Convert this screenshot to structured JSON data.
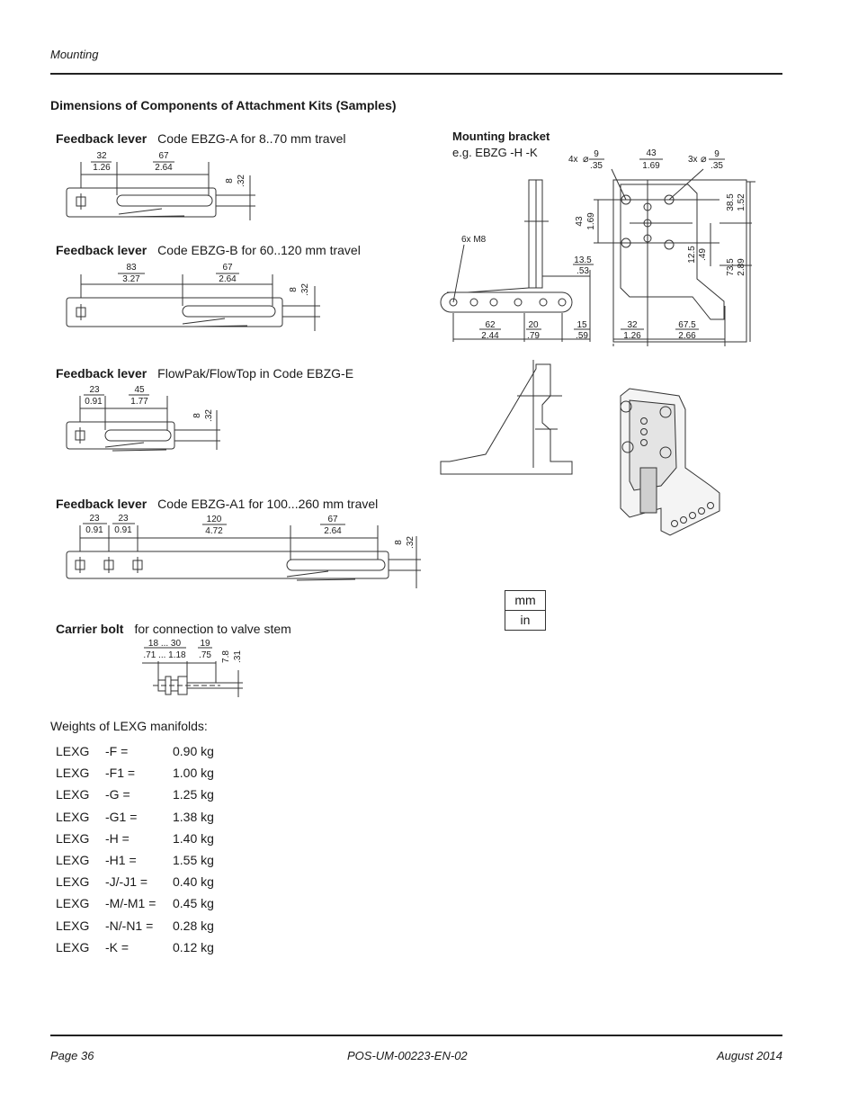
{
  "header": {
    "section": "Mounting"
  },
  "section_title": "Dimensions of Components of Attachment Kits (Samples)",
  "levers": [
    {
      "name": "Feedback lever",
      "desc": "Code EBZG-A for 8..70 mm travel",
      "dims": [
        {
          "mm": "32",
          "in": "1.26"
        },
        {
          "mm": "67",
          "in": "2.64"
        }
      ],
      "h": {
        "mm": "8",
        "in": ".32"
      }
    },
    {
      "name": "Feedback lever",
      "desc": "Code EBZG-B for 60..120 mm travel",
      "dims": [
        {
          "mm": "83",
          "in": "3.27"
        },
        {
          "mm": "67",
          "in": "2.64"
        }
      ],
      "h": {
        "mm": "8",
        "in": ".32"
      }
    },
    {
      "name": "Feedback lever",
      "desc": "FlowPak/FlowTop in Code EBZG-E",
      "dims": [
        {
          "mm": "23",
          "in": "0.91"
        },
        {
          "mm": "45",
          "in": "1.77"
        }
      ],
      "h": {
        "mm": "8",
        "in": ".32"
      }
    },
    {
      "name": "Feedback lever",
      "desc": "Code EBZG-A1 for 100...260 mm travel",
      "dims": [
        {
          "mm": "23",
          "in": "0.91"
        },
        {
          "mm": "23",
          "in": "0.91"
        },
        {
          "mm": "120",
          "in": "4.72"
        },
        {
          "mm": "67",
          "in": "2.64"
        }
      ],
      "h": {
        "mm": "8",
        "in": ".32"
      }
    }
  ],
  "carrier_bolt": {
    "name": "Carrier bolt",
    "desc": "for connection to valve stem",
    "dims": [
      {
        "mm": "18 ... 30",
        "in": ".71 ... 1.18"
      },
      {
        "mm": "19",
        "in": ".75"
      }
    ],
    "dia": {
      "mm": "7.8",
      "in": ".31"
    }
  },
  "bracket": {
    "title": "Mounting bracket",
    "subtitle": "e.g. EBZG -H -K",
    "holes_a": "4x",
    "holes_b": "3x",
    "hole_dim": {
      "mm": "9",
      "in": ".35"
    },
    "thread": "6x M8",
    "dims": {
      "top_width": {
        "mm": "43",
        "in": "1.69"
      },
      "vert_43": {
        "mm": "43",
        "in": "1.69"
      },
      "d_13_5": {
        "mm": "13.5",
        "in": ".53"
      },
      "d_38_5": {
        "mm": "38.5",
        "in": "1.52"
      },
      "d_12_5": {
        "mm": "12.5",
        "in": ".49"
      },
      "d_73_5": {
        "mm": "73.5",
        "in": "2.89"
      },
      "d_62": {
        "mm": "62",
        "in": "2.44"
      },
      "d_20": {
        "mm": "20",
        "in": ".79"
      },
      "d_15": {
        "mm": "15",
        "in": ".59"
      },
      "d_32": {
        "mm": "32",
        "in": "1.26"
      },
      "d_67_5": {
        "mm": "67.5",
        "in": "2.66"
      }
    }
  },
  "units": {
    "mm": "mm",
    "in": "in"
  },
  "weights_title": "Weights of LEXG manifolds:",
  "weights": [
    {
      "model": "LEXG",
      "code": "-F =",
      "weight": "0.90 kg"
    },
    {
      "model": "LEXG",
      "code": "-F1 =",
      "weight": "1.00 kg"
    },
    {
      "model": "LEXG",
      "code": "-G =",
      "weight": "1.25 kg"
    },
    {
      "model": "LEXG",
      "code": "-G1 =",
      "weight": "1.38 kg"
    },
    {
      "model": "LEXG",
      "code": "-H =",
      "weight": "1.40 kg"
    },
    {
      "model": "LEXG",
      "code": "-H1 =",
      "weight": "1.55 kg"
    },
    {
      "model": "LEXG",
      "code": "-J/-J1 =",
      "weight": "0.40 kg"
    },
    {
      "model": "LEXG",
      "code": "-M/-M1 =",
      "weight": "0.45 kg"
    },
    {
      "model": "LEXG",
      "code": "-N/-N1 =",
      "weight": "0.28 kg"
    },
    {
      "model": "LEXG",
      "code": "-K =",
      "weight": "0.12 kg"
    }
  ],
  "footer": {
    "page": "Page 36",
    "doc": "POS-UM-00223-EN-02",
    "date": "August 2014"
  }
}
